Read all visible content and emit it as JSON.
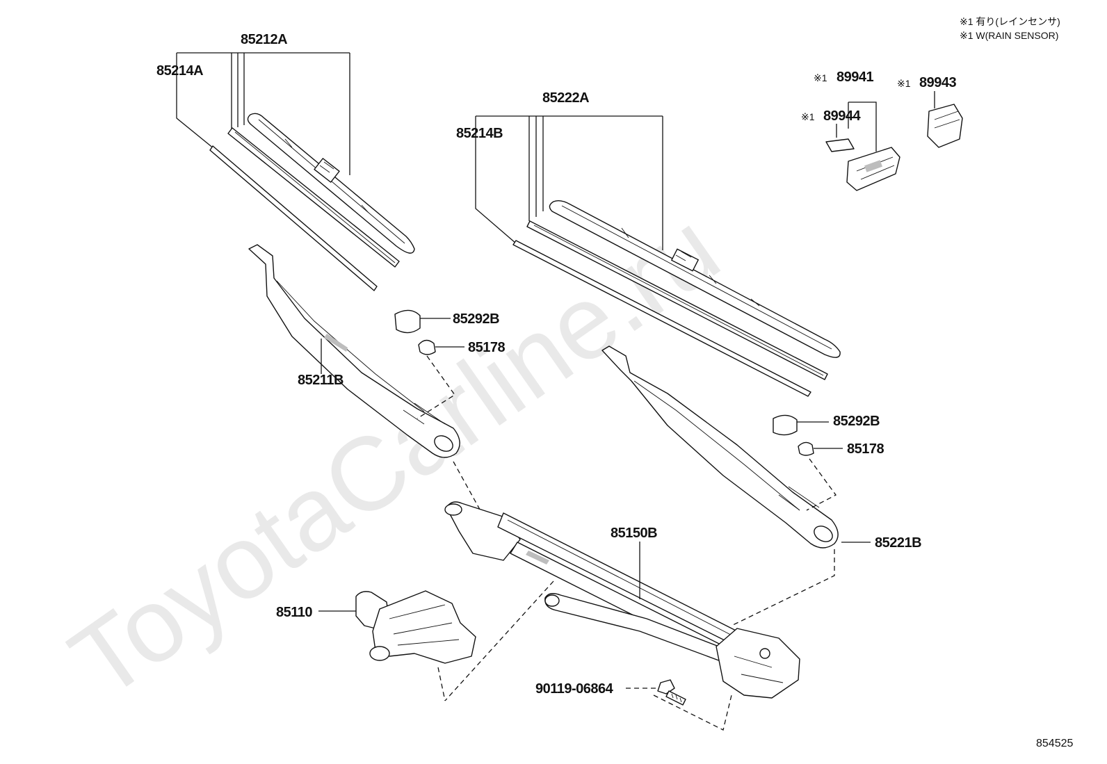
{
  "watermark": "ToyotaCarline.ru",
  "notes": {
    "line1": "※1 有り(レインセンサ)",
    "line2": "※1 W(RAIN SENSOR)"
  },
  "parts": {
    "p85212A": "85212A",
    "p85214A": "85214A",
    "p85222A": "85222A",
    "p85214B": "85214B",
    "p89941": "89941",
    "p89944": "89944",
    "p89943": "89943",
    "mark89941": "※1",
    "mark89944": "※1",
    "mark89943": "※1",
    "p85292B_left": "85292B",
    "p85178_left": "85178",
    "p85211B": "85211B",
    "p85292B_right": "85292B",
    "p85178_right": "85178",
    "p85150B": "85150B",
    "p85221B": "85221B",
    "p85110": "85110",
    "p90119": "90119-06864"
  },
  "diagram_id": "854525"
}
